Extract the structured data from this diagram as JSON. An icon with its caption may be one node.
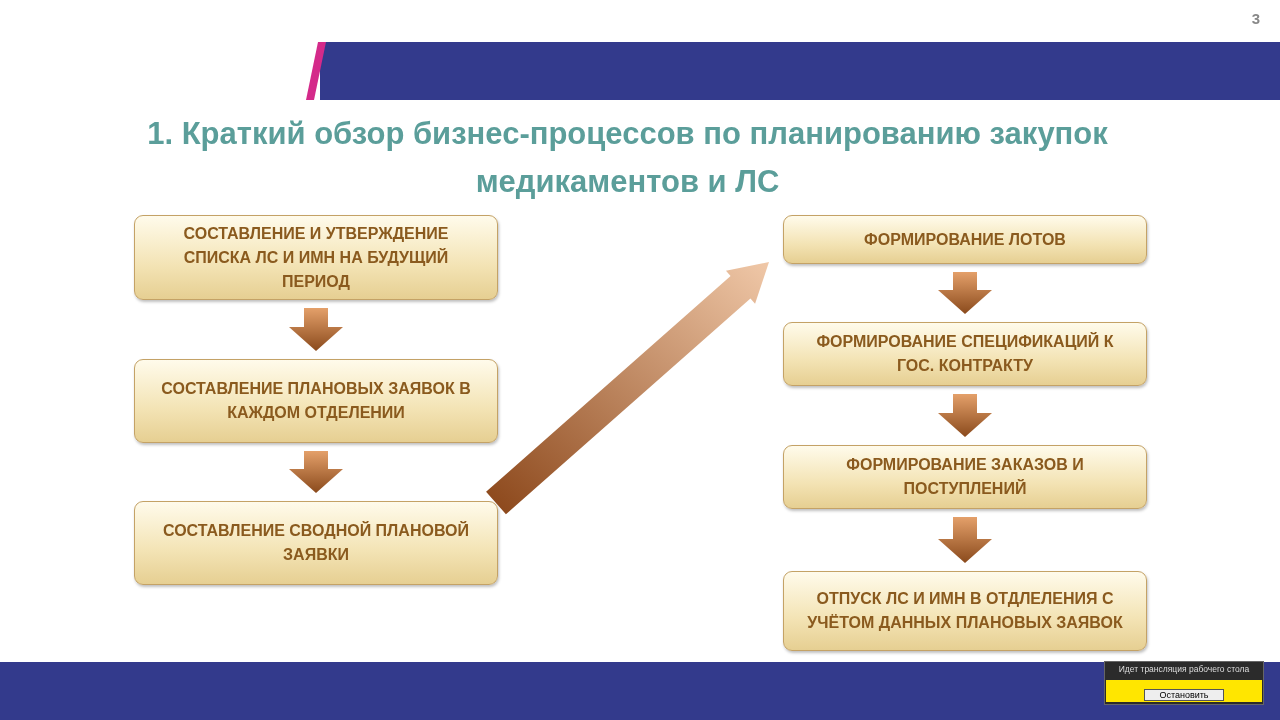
{
  "diagram": {
    "title": "1. Краткий обзор бизнес-процессов по планированию закупок медикаментов и ЛС",
    "nodes": [
      {
        "text": [
          "СОСТАВЛЕНИЕ И УТВЕРЖДЕНИЕ СПИСКА ЛС И ИМН НА БУДУЩИЙ ПЕРИОД"
        ]
      },
      {
        "text": [
          "СОСТАВЛЕНИЕ ПЛАНОВЫХ ЗАЯВОК В КАЖДОМ ОТДЕЛЕНИИ"
        ]
      },
      {
        "text": [
          "СОСТАВЛЕНИЕ СВОДНОЙ ПЛАНОВОЙ ЗАЯВКИ"
        ]
      },
      {
        "text": [
          "ФОРМИРОВАНИЕ ЛОТОВ"
        ]
      },
      {
        "text": [
          "ФОРМИРОВАНИЕ СПЕЦИФИКАЦИЙ К ГОС. КОНТРАКТУ"
        ]
      },
      {
        "text": [
          "ФОРМИРОВАНИЕ ЗАКАЗОВ И ПОСТУПЛЕНИЙ"
        ]
      },
      {
        "text": [
          "ОТПУСК ЛС И ИМН В ОТДЛЕЛЕНИЯ С УЧЁТОМ ДАННЫХ ПЛАНОВЫХ ЗАЯВОК"
        ]
      }
    ],
    "edges": [
      {
        "from": 0,
        "to": 1,
        "arrow": "to"
      },
      {
        "from": 1,
        "to": 2,
        "arrow": "to"
      },
      {
        "from": 2,
        "to": 3,
        "arrow": "to",
        "style": "thick"
      },
      {
        "from": 3,
        "to": 4,
        "arrow": "to"
      },
      {
        "from": 4,
        "to": 5,
        "arrow": "to"
      },
      {
        "from": 5,
        "to": 6,
        "arrow": "to"
      }
    ],
    "labels": [
      "3",
      "Идет трансляция рабочего стола",
      "Остановить"
    ]
  }
}
